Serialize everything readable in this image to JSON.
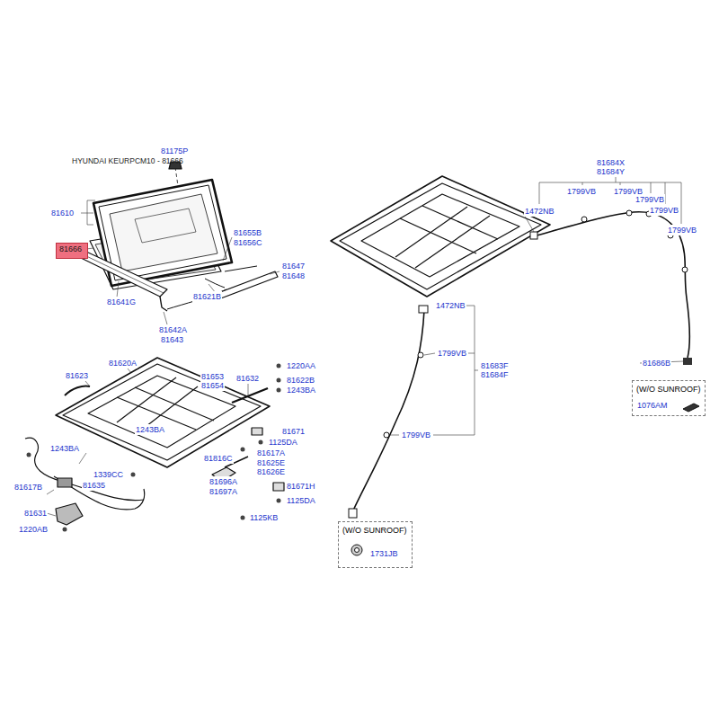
{
  "diagram": {
    "title": "HYUNDAI KEURPCM10 - 81666",
    "nodes": [
      {
        "text": [
          "81666"
        ]
      },
      {
        "text": [
          "(W/O SUNROOF)",
          "1076AM"
        ]
      },
      {
        "text": [
          "(W/O SUNROOF)",
          "1731JB"
        ]
      }
    ],
    "labels": [
      "81175P",
      "81610",
      "81655B",
      "81656C",
      "81647",
      "81648",
      "81621B",
      "81641G",
      "81642A",
      "81643",
      "81623",
      "81620A",
      "81653",
      "81654",
      "81632",
      "1220AA",
      "81622B",
      "1243BA",
      "1243BA",
      "81671",
      "1125DA",
      "1243BA",
      "81617A",
      "81816C",
      "81625E",
      "81626E",
      "1339CC",
      "81635",
      "81696A",
      "81697A",
      "81671H",
      "81617B",
      "1125DA",
      "81631",
      "1125KB",
      "1220AB",
      "81684X",
      "81684Y",
      "1799VB",
      "1799VB",
      "1799VB",
      "1472NB",
      "1799VB",
      "1799VB",
      "1472NB",
      "1799VB",
      "81683F",
      "81684F",
      "81686B",
      "1799VB"
    ]
  }
}
